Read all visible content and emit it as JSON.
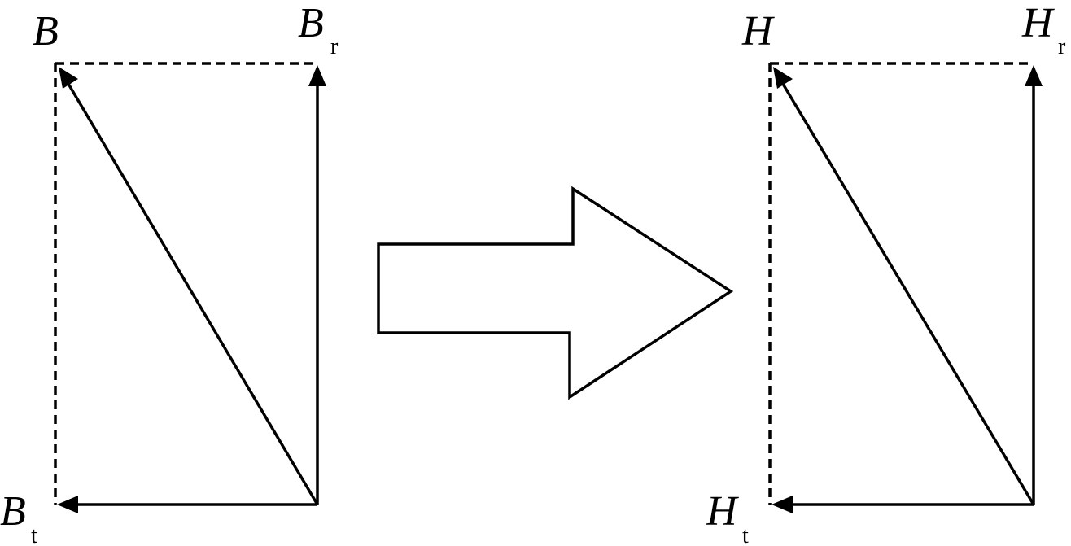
{
  "left_diagram": {
    "resultant": {
      "symbol": "B",
      "subscript": ""
    },
    "radial": {
      "symbol": "B",
      "subscript": "r"
    },
    "tangential": {
      "symbol": "B",
      "subscript": "t"
    }
  },
  "right_diagram": {
    "resultant": {
      "symbol": "H",
      "subscript": ""
    },
    "radial": {
      "symbol": "H",
      "subscript": "r"
    },
    "tangential": {
      "symbol": "H",
      "subscript": "t"
    }
  },
  "colors": {
    "stroke": "#000000",
    "background": "#ffffff"
  }
}
